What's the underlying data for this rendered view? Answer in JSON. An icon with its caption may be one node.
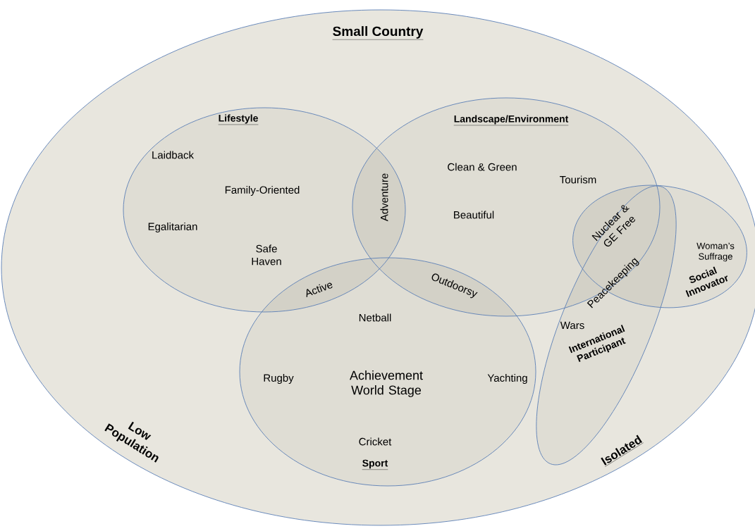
{
  "diagram": {
    "nodes": [
      {
        "text": [
          "Small Country",
          "Low Population",
          "Isolated"
        ]
      },
      {
        "text": [
          "Lifestyle",
          "Laidback",
          "Family-Oriented",
          "Egalitarian",
          "Safe Haven"
        ],
        "in": 0
      },
      {
        "text": [
          "Landscape/Environment",
          "Clean & Green",
          "Tourism",
          "Beautiful"
        ],
        "in": 0
      },
      {
        "text": [
          "Netball",
          "Rugby",
          "Achievement World Stage",
          "Yachting",
          "Cricket",
          "Sport"
        ],
        "in": 0
      },
      {
        "text": [
          "Woman’s Suffrage",
          "Social Innovator"
        ],
        "in": 0
      },
      {
        "text": [
          "Wars",
          "International Participant"
        ],
        "in": 0
      }
    ],
    "labels": [
      "Adventure",
      "Nuclear & GE Free",
      "Peacekeeping",
      "Outdoorsy",
      "Active"
    ]
  }
}
